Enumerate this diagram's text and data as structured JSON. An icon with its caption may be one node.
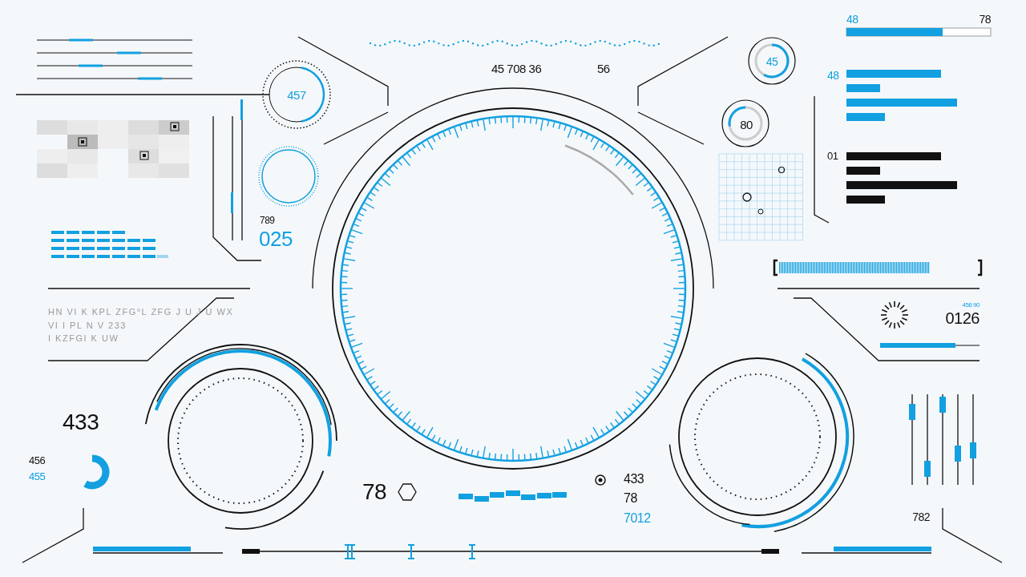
{
  "diagram": {
    "labels": [
      "48",
      "78",
      "45",
      "45 708 36",
      "56",
      "457",
      "48",
      "80",
      "01",
      "789",
      "025",
      "HN VI K KPL ZFG°L ZFG J U J U WX",
      "VI I PL  N V 233",
      "I KZFGI K UW",
      "456 90",
      "0126",
      "433",
      "456",
      "455",
      "78",
      "433",
      "78",
      "7012",
      "782"
    ]
  }
}
